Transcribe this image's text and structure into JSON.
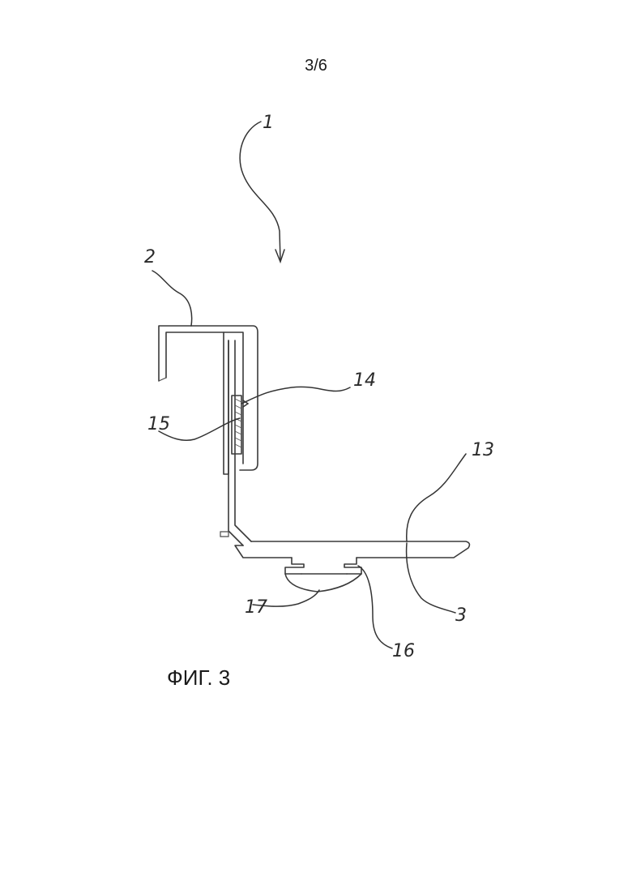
{
  "page": {
    "number": "3/6",
    "figure_caption": "ФИГ. 3"
  },
  "reference_labels": {
    "assembly": "1",
    "hook_profile": "2",
    "base_profile": "3",
    "top_surface": "13",
    "insert": "14",
    "serrated_strip": "15",
    "channel": "16",
    "foot": "17"
  },
  "colors": {
    "background": "#ffffff",
    "line": "#3a3a3a",
    "text": "#1a1a1a"
  }
}
